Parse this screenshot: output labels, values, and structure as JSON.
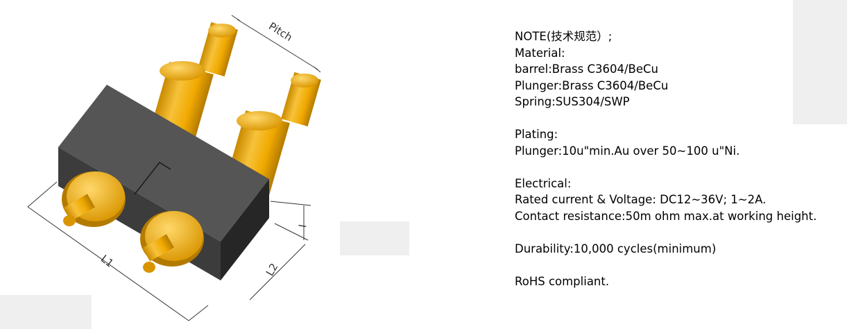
{
  "drawing": {
    "labels": {
      "pitch": "Pitch",
      "l1": "L1",
      "l2": "L2",
      "i": "I"
    }
  },
  "spec": {
    "note": "NOTE(技术规范）;",
    "material_heading": "Material:",
    "barrel": "barrel:Brass C3604/BeCu",
    "plunger": "Plunger:Brass C3604/BeCu",
    "spring": "Spring:SUS304/SWP",
    "plating_heading": "Plating:",
    "plating": "Plunger:10u\"min.Au over 50~100 u\"Ni.",
    "electrical_heading": "Electrical:",
    "rated": "Rated current & Voltage: DC12~36V; 1~2A.",
    "contact": "Contact resistance:50m ohm max.at working height.",
    "durability": "Durability:10,000 cycles(minimum)",
    "rohs": "RoHS compliant."
  },
  "colors": {
    "gold": "#f0a900",
    "gold_dark": "#b37a00",
    "housing": "#3c3c3c",
    "housing_dark": "#262626",
    "housing_light": "#555555"
  }
}
